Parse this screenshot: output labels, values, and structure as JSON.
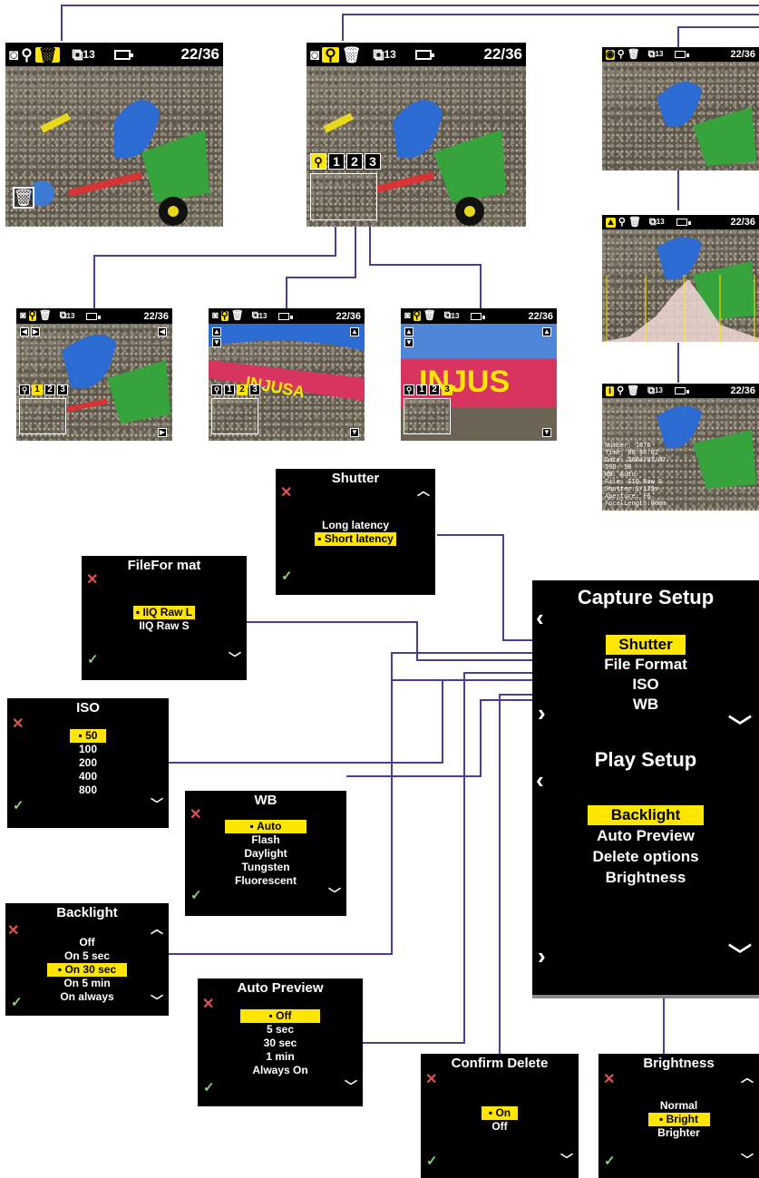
{
  "screens": {
    "delete_view": {
      "count": "22/36",
      "folder": "13"
    },
    "zoom_view": {
      "count": "22/36",
      "folder": "13",
      "zoom_levels": [
        "1",
        "2",
        "3"
      ]
    },
    "zoom1": {
      "count": "22/36",
      "folder": "13",
      "zoom_levels": [
        "1",
        "2",
        "3"
      ]
    },
    "zoom2": {
      "count": "22/36",
      "folder": "13",
      "zoom_levels": [
        "1",
        "2",
        "3"
      ]
    },
    "zoom3": {
      "count": "22/36",
      "folder": "13",
      "zoom_levels": [
        "1",
        "2",
        "3"
      ]
    },
    "exposure_view": {
      "count": "22/36",
      "folder": "13"
    },
    "histogram_view": {
      "count": "22/36",
      "folder": "13"
    },
    "info_view": {
      "count": "22/36",
      "folder": "13",
      "info_lines": [
        "Number: 1078",
        "Time: 08:46:02",
        "Date: 2004/07/07",
        "ISO: 50",
        "WB: Auto",
        "File: IIQ Raw S",
        "Shutter:1/125s",
        "Aperture: F6",
        "FocalLength:80mm"
      ]
    }
  },
  "menus": {
    "shutter": {
      "title": "Shutter",
      "options": [
        "Long latency",
        "Short latency"
      ],
      "selected": 1
    },
    "fileformat": {
      "title": "FileFor mat",
      "options": [
        "IIQ Raw L",
        "IIQ Raw S"
      ],
      "selected": 0
    },
    "iso": {
      "title": "ISO",
      "options": [
        "50",
        "100",
        "200",
        "400",
        "800"
      ],
      "selected": 0
    },
    "wb": {
      "title": "WB",
      "options": [
        "Auto",
        "Flash",
        "Daylight",
        "Tungsten",
        "Fluorescent"
      ],
      "selected": 0
    },
    "backlight": {
      "title": "Backlight",
      "options": [
        "Off",
        "On 5 sec",
        "On 30 sec",
        "On 5 min",
        "On always"
      ],
      "selected": 2
    },
    "autopreview": {
      "title": "Auto Preview",
      "options": [
        "Off",
        "5 sec",
        "30 sec",
        "1 min",
        "Always On"
      ],
      "selected": 0
    },
    "confirmdelete": {
      "title": "Confirm Delete",
      "options": [
        "On",
        "Off"
      ],
      "selected": 0
    },
    "brightness": {
      "title": "Brightness",
      "options": [
        "Normal",
        "Bright",
        "Brighter"
      ],
      "selected": 1
    }
  },
  "capture_setup": {
    "title": "Capture Setup",
    "items": [
      "Shutter",
      "File Format",
      "ISO",
      "WB"
    ],
    "selected": 0
  },
  "play_setup": {
    "title": "Play Setup",
    "items": [
      "Backlight",
      "Auto Preview",
      "Delete options",
      "Brightness"
    ],
    "selected": 0
  },
  "colors": {
    "accent": "#ffe600",
    "connector": "#4b3d8f",
    "cancel": "#e35353",
    "confirm": "#8ad07a"
  }
}
